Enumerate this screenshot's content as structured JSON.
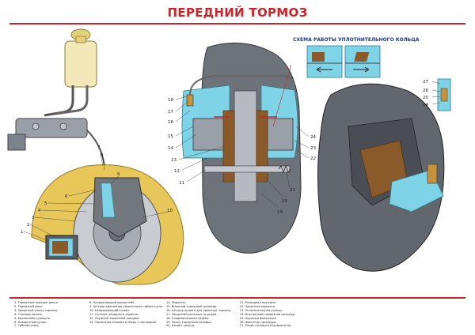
{
  "title": "ПЕРЕДНИЙ ТОРМОЗ",
  "schema_title": "СХЕМА РАБОТЫ УПЛОТНИТЕЛЬНОГО КОЛЬЦА",
  "colors": {
    "accent": "#c9252b",
    "fluid": "#7fd3e6",
    "metal": "#8a8d93",
    "pad": "#8b5a2b"
  },
  "callouts_left": [
    "1",
    "2",
    "3",
    "4",
    "5",
    "6",
    "7",
    "8",
    "9",
    "10"
  ],
  "callouts_center": [
    "11",
    "12",
    "13",
    "14",
    "15",
    "16",
    "17",
    "18",
    "19",
    "20",
    "21",
    "22",
    "23",
    "24"
  ],
  "callouts_right": [
    "24",
    "25",
    "26",
    "27"
  ],
  "legend": [
    [
      "1. Тормозные колодки диска.",
      "2. Тормозной диск.",
      "3. Защитный кожух тормоза.",
      "4. Ступица колеса.",
      "5. Кронштейн суппорта.",
      "6. Поворотный кулак.",
      "7. Гибкий шланг."
    ],
    [
      "8. Направляющий кронштейн.",
      "9. Штуцер крепления наконечника гибкого шланга.",
      "10. Направляющий штифт.",
      "11. Суппорт переднего тормоза.",
      "12. Пружина тормозной колодки.",
      "13. Тормозная колодка в сборе с накладкой."
    ],
    [
      "14. Поршень.",
      "15. Внешний тормозной цилиндр.",
      "16. Штуцер шланга для прокачки тормоза.",
      "17. Защитный колпачок штуцера.",
      "18. Соединительная трубка.",
      "19. Полку тормозной колодки.",
      "20. Штифт пальца."
    ],
    [
      "21. Разводная пружина.",
      "22. Защитная манжета.",
      "23. Уплотнительное кольцо.",
      "24. Внутренний тормозной цилиндр.",
      "25. Пружина фиксатора.",
      "26. Фиксатор цилиндра.",
      "27. Пазик суппорта под фиксатор."
    ]
  ]
}
